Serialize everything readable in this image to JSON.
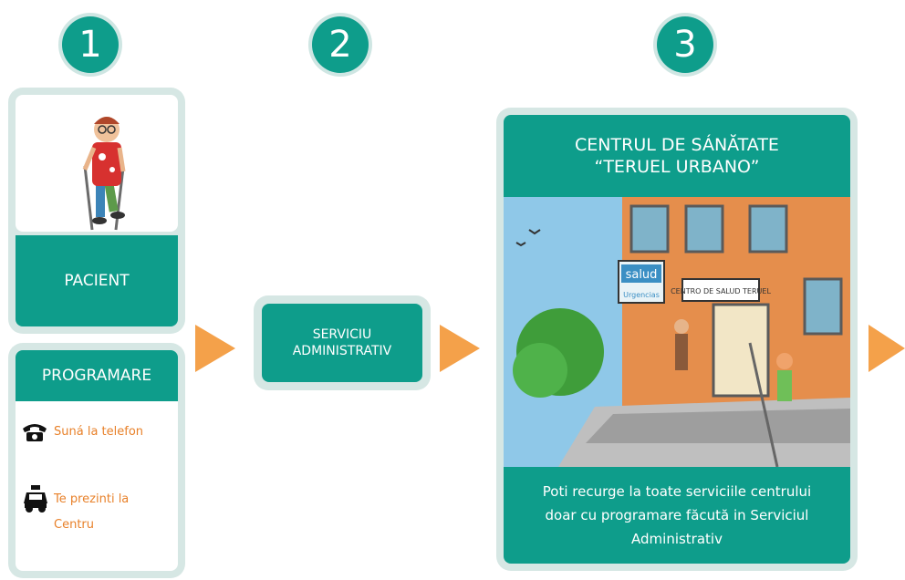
{
  "steps": [
    {
      "number": "1",
      "title": "PACIENT"
    },
    {
      "number": "2",
      "title": "SERVICIU\nADMINISTRATIV"
    },
    {
      "number": "3",
      "title": "CENTRUL DE SÁNĂTATE\n“TERUEL URBANO”"
    }
  ],
  "programare": {
    "title": "PROGRAMARE",
    "options": [
      {
        "icon": "telephone-icon",
        "label": "Suná la telefon"
      },
      {
        "icon": "car-icon",
        "label": "Te prezinti la Centru"
      }
    ]
  },
  "centre": {
    "sign_salud": "salud",
    "sign_urgencias": "Urgencias",
    "sign_centro": "CENTRO DE SALUD\nTERUEL",
    "description": "Poti recurge la toate serviciile centrului doar cu programare făcută in Serviciul Administrativ"
  },
  "colors": {
    "teal": "#0e9d8b",
    "frame": "#d6e7e4",
    "arrow": "#f4a14a",
    "orange_text": "#e8812a"
  }
}
